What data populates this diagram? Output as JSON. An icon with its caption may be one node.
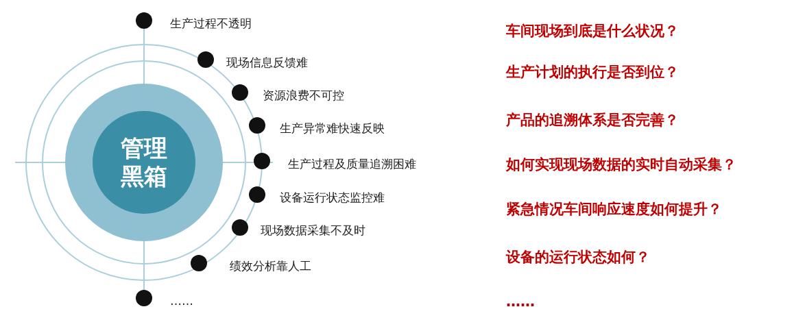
{
  "diagram": {
    "nodes": [
      {
        "text": [
          "管理黑箱"
        ]
      },
      {
        "text": [],
        "shape": "circle",
        "beside": [
          "生产过程不透明"
        ]
      },
      {
        "text": [],
        "shape": "circle",
        "beside": [
          "现场信息反馈难"
        ]
      },
      {
        "text": [],
        "shape": "circle",
        "beside": [
          "资源浪费不可控"
        ]
      },
      {
        "text": [],
        "shape": "circle",
        "beside": [
          "生产异常难快速反映"
        ]
      },
      {
        "text": [],
        "shape": "circle",
        "beside": [
          "生产过程及质量追溯困难"
        ]
      },
      {
        "text": [],
        "shape": "circle",
        "beside": [
          "设备运行状态监控难"
        ]
      },
      {
        "text": [],
        "shape": "circle",
        "beside": [
          "现场数据采集不及时"
        ]
      },
      {
        "text": [],
        "shape": "circle",
        "beside": [
          "绩效分析靠人工"
        ]
      },
      {
        "text": [],
        "shape": "circle",
        "beside": [
          "……"
        ]
      }
    ],
    "labels": [
      "车间现场到底是什么状况？",
      "生产计划的执行是否到位？",
      "产品的追溯体系是否完善？",
      "如何实现现场数据的实时自动采集？",
      "紧急情况车间响应速度如何提升？",
      "设备的运行状态如何？",
      "……"
    ]
  }
}
